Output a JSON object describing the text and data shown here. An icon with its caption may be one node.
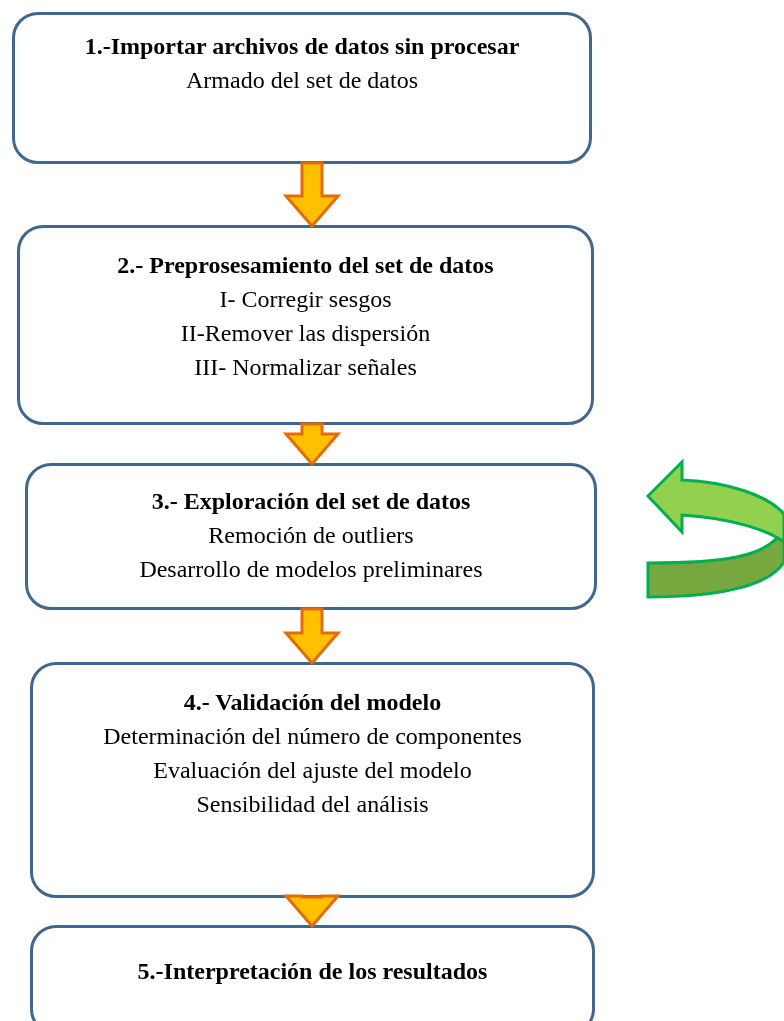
{
  "diagram": {
    "nodes": [
      {
        "text": [
          "1.-Importar archivos de datos sin procesar",
          "Armado del set de datos"
        ]
      },
      {
        "text": [
          "2.- Preprosesamiento del set de datos",
          "I- Corregir sesgos",
          "II-Remover las dispersión",
          "III- Normalizar señales"
        ]
      },
      {
        "text": [
          "3.- Exploración del set de datos",
          "Remoción de outliers",
          "Desarrollo de modelos preliminares"
        ]
      },
      {
        "text": [
          "4.- Validación del modelo",
          "Determinación del número de componentes",
          "Evaluación del ajuste del modelo",
          "Sensibilidad del análisis"
        ]
      },
      {
        "text": [
          "5.-Interpretación de los resultados"
        ]
      }
    ],
    "edges": [
      {
        "from": 0,
        "to": 1,
        "arrow": "to"
      },
      {
        "from": 1,
        "to": 2,
        "arrow": "to"
      },
      {
        "from": 2,
        "to": 3,
        "arrow": "to"
      },
      {
        "from": 3,
        "to": 4,
        "arrow": "to"
      }
    ]
  }
}
